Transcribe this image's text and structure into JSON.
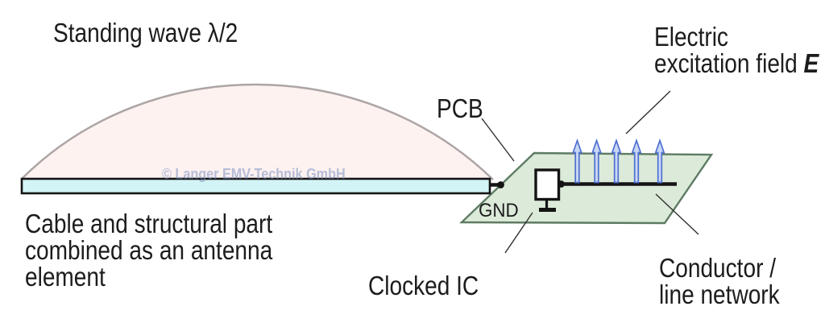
{
  "diagram": {
    "title_note": "Standing wave λ/2",
    "labels": {
      "standing_wave": "Standing wave λ/2",
      "electric_line1": "Electric",
      "electric_line2": "excitation field",
      "electric_symbol": "E",
      "pcb": "PCB",
      "gnd": "GND",
      "cable_line1": "Cable and structural part",
      "cable_line2": "combined as an antenna",
      "cable_line3": "element",
      "clocked_ic": "Clocked IC",
      "conductor_line1": "Conductor /",
      "conductor_line2": "line network",
      "watermark": "© Langer EMV-Technik GmbH"
    },
    "field_arrows_count": 5,
    "colors": {
      "background": "#ffffff",
      "text": "#1c1c1c",
      "watermark": "#7d91c3",
      "wave_fill": "#fdf2f0",
      "wave_stroke": "#ada5a5",
      "cable_fill": "#d2f4f6",
      "outline": "#141414",
      "pcb_fill": "#dcead9",
      "pcb_border": "#5e7b63",
      "arrow_fill": "#c9d9f4",
      "arrow_stroke": "#4f6fd2",
      "pointer": "#303030"
    }
  }
}
